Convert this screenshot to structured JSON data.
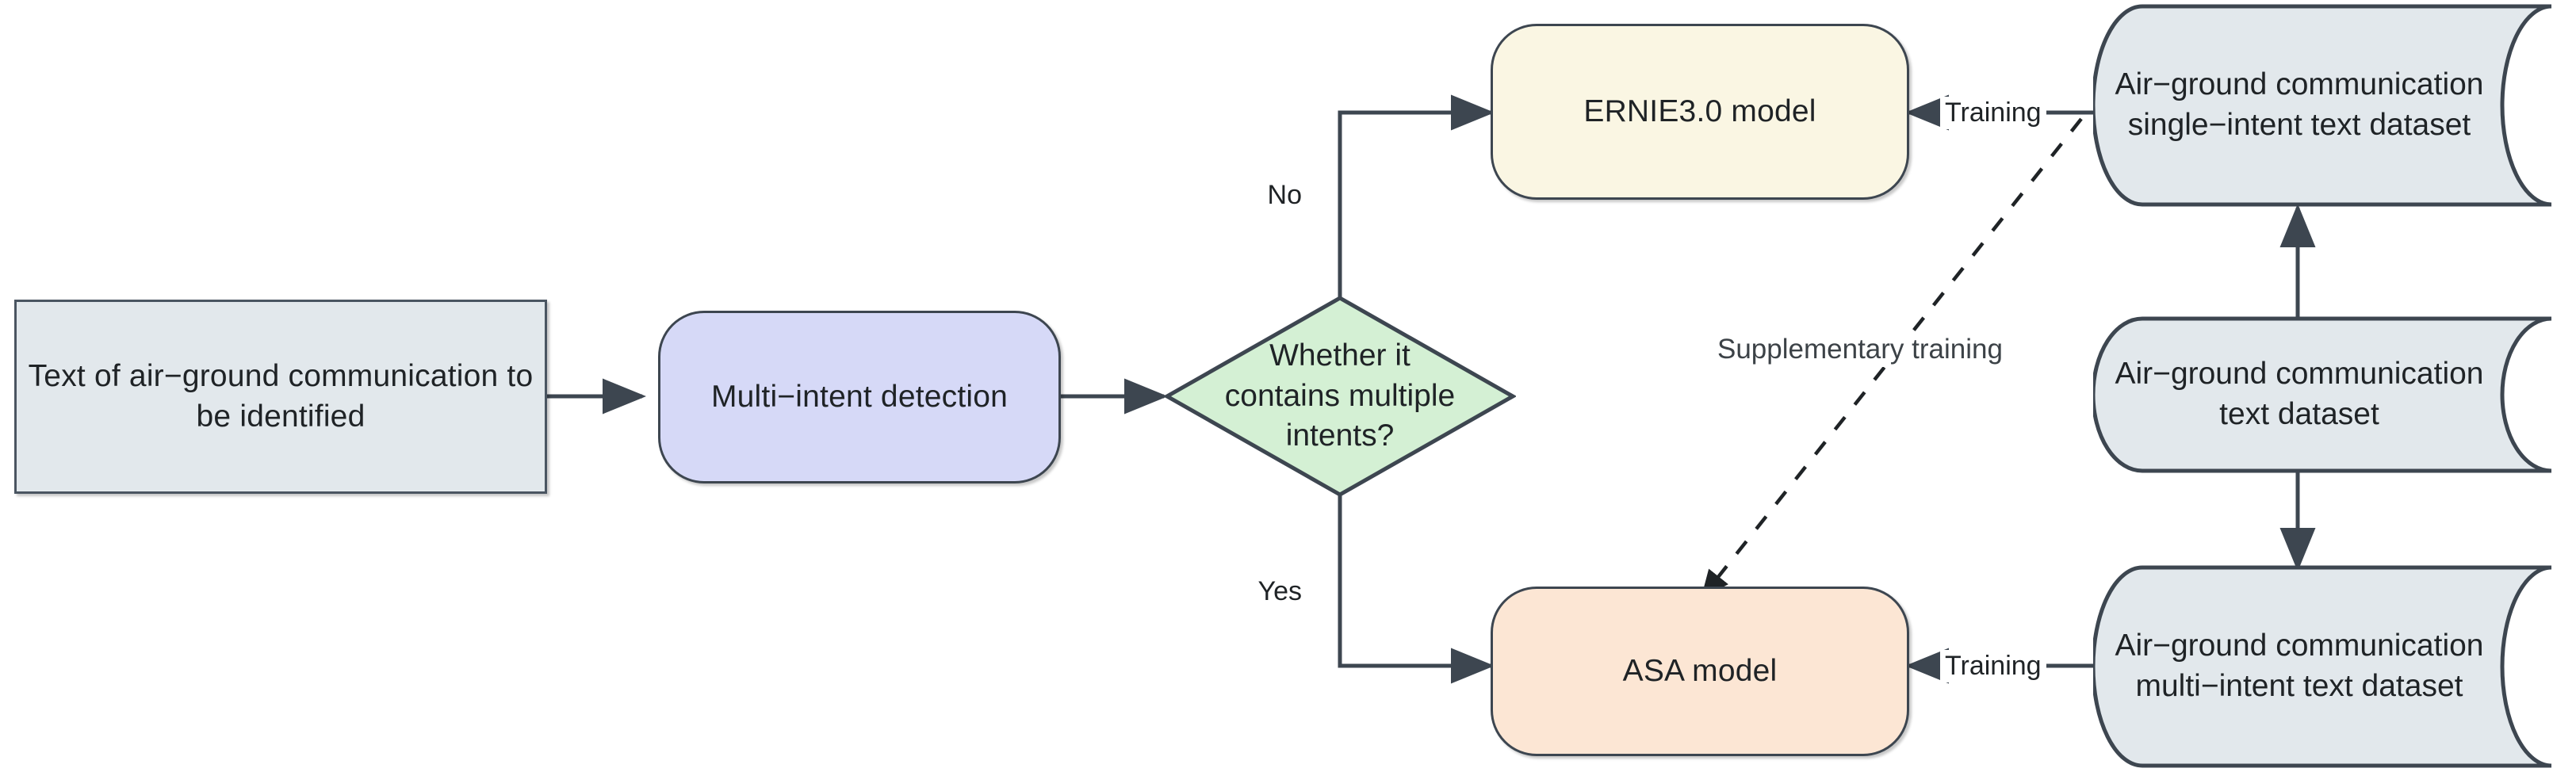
{
  "diagram": {
    "title": "Air-ground communication intent recognition flowchart",
    "type": "flowchart",
    "background": "#ffffff",
    "colors": {
      "input_fill": "#e2e8ec",
      "input_stroke": "#4a5561",
      "detection_fill": "#d6d9f7",
      "detection_stroke": "#3d4650",
      "decision_fill": "#d4f0d4",
      "decision_stroke": "#3d4650",
      "ernie_fill": "#faf6e3",
      "ernie_stroke": "#3d4650",
      "asa_fill": "#fce6d4",
      "asa_stroke": "#3d4650",
      "dataset_fill": "#e2e8ec",
      "dataset_stroke": "#3d4650",
      "edge_stroke": "#3d4650",
      "text": "#1f2326"
    },
    "nodes": [
      {
        "id": "input_text",
        "shape": "rectangle",
        "label": "Text of air−ground communication to be identified"
      },
      {
        "id": "detection",
        "shape": "rounded",
        "label": "Multi−intent detection"
      },
      {
        "id": "decision",
        "shape": "diamond",
        "label": "Whether it contains multiple intents?"
      },
      {
        "id": "ernie_model",
        "shape": "rounded",
        "label": "ERNIE3.0 model"
      },
      {
        "id": "asa_model",
        "shape": "rounded",
        "label": "ASA model"
      },
      {
        "id": "single_ds",
        "shape": "database",
        "label": "Air−ground communication single−intent text dataset"
      },
      {
        "id": "base_ds",
        "shape": "database",
        "label": "Air−ground communication text dataset"
      },
      {
        "id": "multi_ds",
        "shape": "database",
        "label": "Air−ground communication multi−intent text dataset"
      }
    ],
    "edges": [
      {
        "from": "input_text",
        "to": "detection",
        "label": "",
        "style": "solid"
      },
      {
        "from": "detection",
        "to": "decision",
        "label": "",
        "style": "solid"
      },
      {
        "from": "decision",
        "to": "ernie_model",
        "label": "No",
        "style": "solid"
      },
      {
        "from": "decision",
        "to": "asa_model",
        "label": "Yes",
        "style": "solid"
      },
      {
        "from": "single_ds",
        "to": "ernie_model",
        "label": "Training",
        "style": "solid"
      },
      {
        "from": "multi_ds",
        "to": "asa_model",
        "label": "Training",
        "style": "solid"
      },
      {
        "from": "base_ds",
        "to": "single_ds",
        "label": "",
        "style": "solid"
      },
      {
        "from": "base_ds",
        "to": "multi_ds",
        "label": "",
        "style": "solid"
      },
      {
        "from": "single_ds",
        "to": "asa_model",
        "label": "Supplementary training",
        "style": "dashed"
      }
    ],
    "edge_labels": {
      "no": "No",
      "yes": "Yes",
      "training_top": "Training",
      "training_bottom": "Training",
      "supplementary": "Supplementary training"
    }
  }
}
